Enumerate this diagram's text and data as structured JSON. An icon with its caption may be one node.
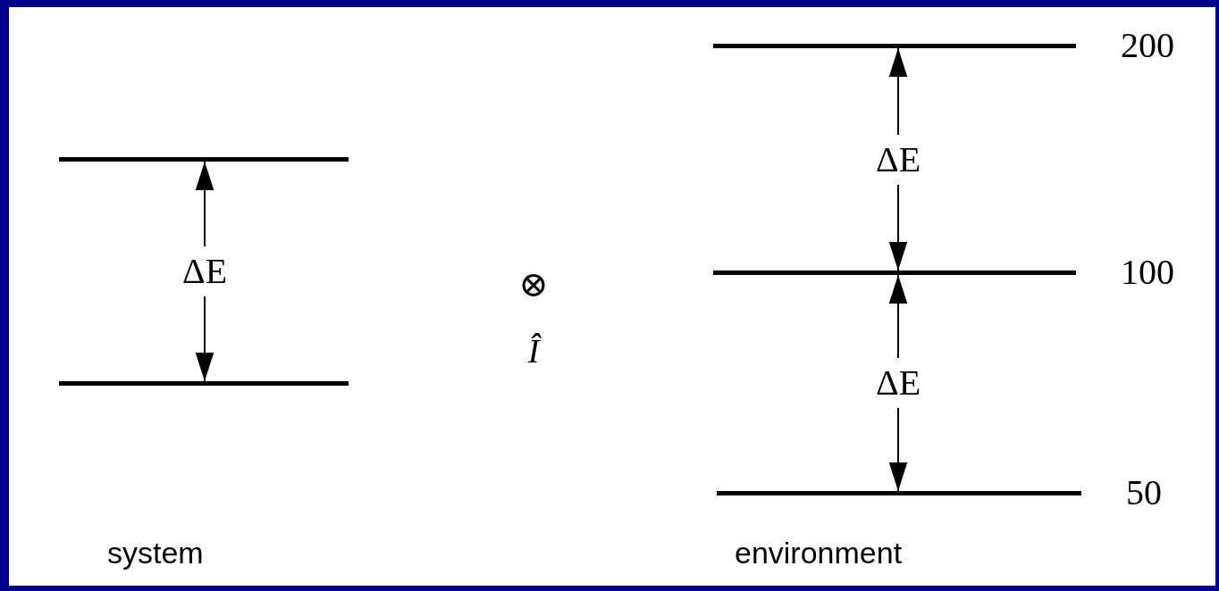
{
  "diagram": {
    "nodes": [
      {
        "text": [],
        "shape": "bar"
      },
      {
        "text": [],
        "shape": "bar"
      },
      {
        "text": [],
        "shape": "bar",
        "beside": [
          "200"
        ]
      },
      {
        "text": [],
        "shape": "bar",
        "beside": [
          "100"
        ]
      },
      {
        "text": [],
        "shape": "bar",
        "beside": [
          "50"
        ]
      }
    ],
    "edges": [
      {
        "from": 0,
        "to": 1,
        "arrow": "both",
        "label": "ΔE"
      },
      {
        "from": 2,
        "to": 3,
        "arrow": "both",
        "label": "ΔE"
      },
      {
        "from": 3,
        "to": 4,
        "arrow": "both",
        "label": "ΔE"
      }
    ],
    "labels": [
      "⊗",
      "Î",
      "system",
      "environment"
    ]
  }
}
